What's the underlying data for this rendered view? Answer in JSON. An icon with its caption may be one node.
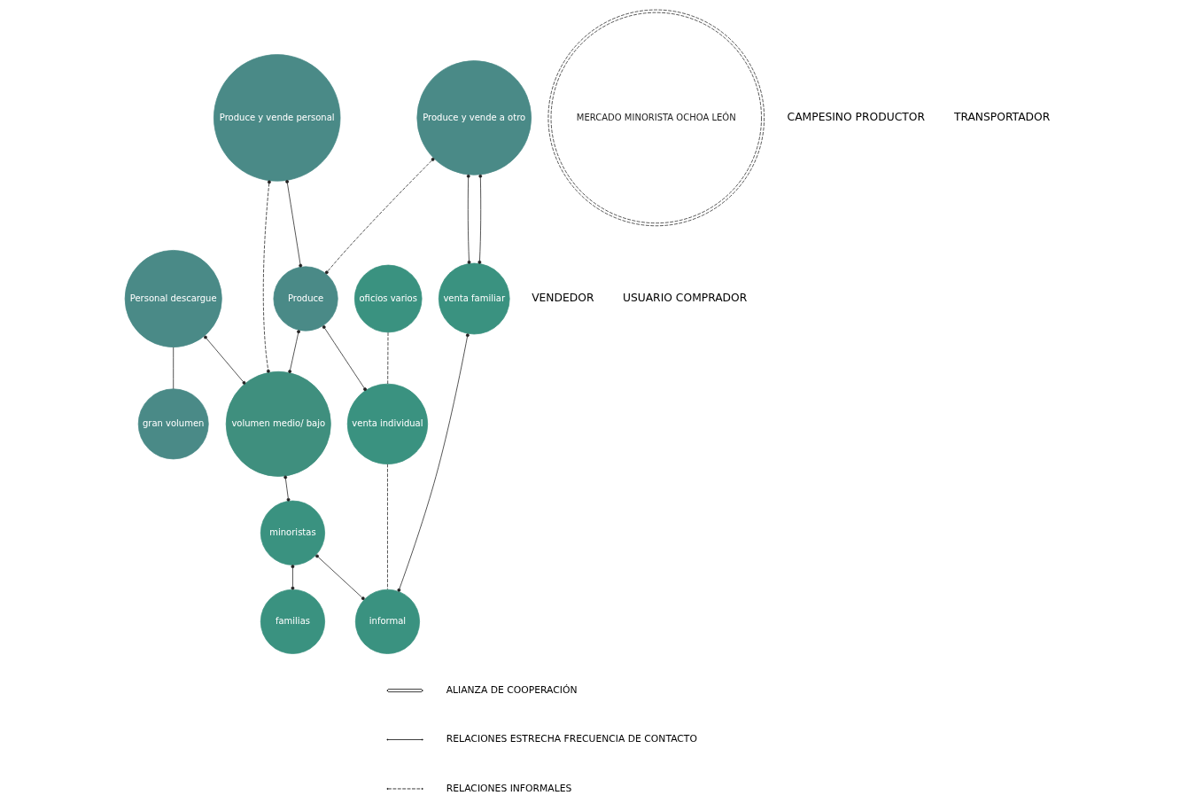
{
  "diagram": {
    "nodes": [
      {
        "text": [
          "Produce y vende personal"
        ]
      },
      {
        "text": [
          "gran volumen"
        ]
      },
      {
        "text": [
          "Personal descargue"
        ]
      },
      {
        "text": [
          "Produce y vende a otro"
        ]
      },
      {
        "text": [
          "Produce"
        ]
      },
      {
        "text": [
          "volumen medio/ bajo"
        ]
      },
      {
        "text": [
          "MERCADO MINORISTA OCHOA LEÓN"
        ]
      },
      {
        "text": [
          "venta familiar"
        ]
      },
      {
        "text": [
          "venta individual"
        ]
      },
      {
        "text": [
          "minoristas"
        ]
      },
      {
        "text": [
          "oficios varios"
        ]
      },
      {
        "text": [
          "familias"
        ]
      },
      {
        "text": [
          "informal"
        ]
      }
    ],
    "edges": [
      {
        "from": 0,
        "to": 4,
        "arrow": "other"
      },
      {
        "from": 3,
        "to": 4,
        "arrow": "other",
        "style": "dashed"
      },
      {
        "from": 4,
        "to": 8,
        "arrow": "other"
      },
      {
        "from": 3,
        "to": 7,
        "arrow": "other"
      },
      {
        "from": 3,
        "to": 7,
        "arrow": "other"
      },
      {
        "from": 0,
        "to": 5,
        "arrow": "other",
        "style": "dashed"
      },
      {
        "from": 4,
        "to": 5,
        "arrow": "other"
      },
      {
        "from": 2,
        "to": 1,
        "arrow": "none"
      },
      {
        "from": 2,
        "to": 5,
        "arrow": "other"
      },
      {
        "from": 5,
        "to": 9,
        "arrow": "other"
      },
      {
        "from": 9,
        "to": 12,
        "arrow": "other"
      },
      {
        "from": 7,
        "to": 12,
        "arrow": "other"
      },
      {
        "from": 8,
        "to": 12,
        "arrow": "none",
        "style": "dashed"
      },
      {
        "from": 10,
        "to": 8,
        "arrow": "none",
        "style": "dashed"
      },
      {
        "from": 9,
        "to": 11,
        "arrow": "other"
      }
    ],
    "labels": [
      "CAMPESINO PRODUCTOR",
      "TRANSPORTADOR",
      "VENDEDOR",
      "USUARIO COMPRADOR"
    ],
    "legend": [
      {
        "text": "ALIANZA DE COOPERACIÓN"
      },
      {
        "text": "RELACIONES ESTRECHA FRECUENCIA DE CONTACTO"
      },
      {
        "text": "RELACIONES INFORMALES"
      }
    ]
  }
}
